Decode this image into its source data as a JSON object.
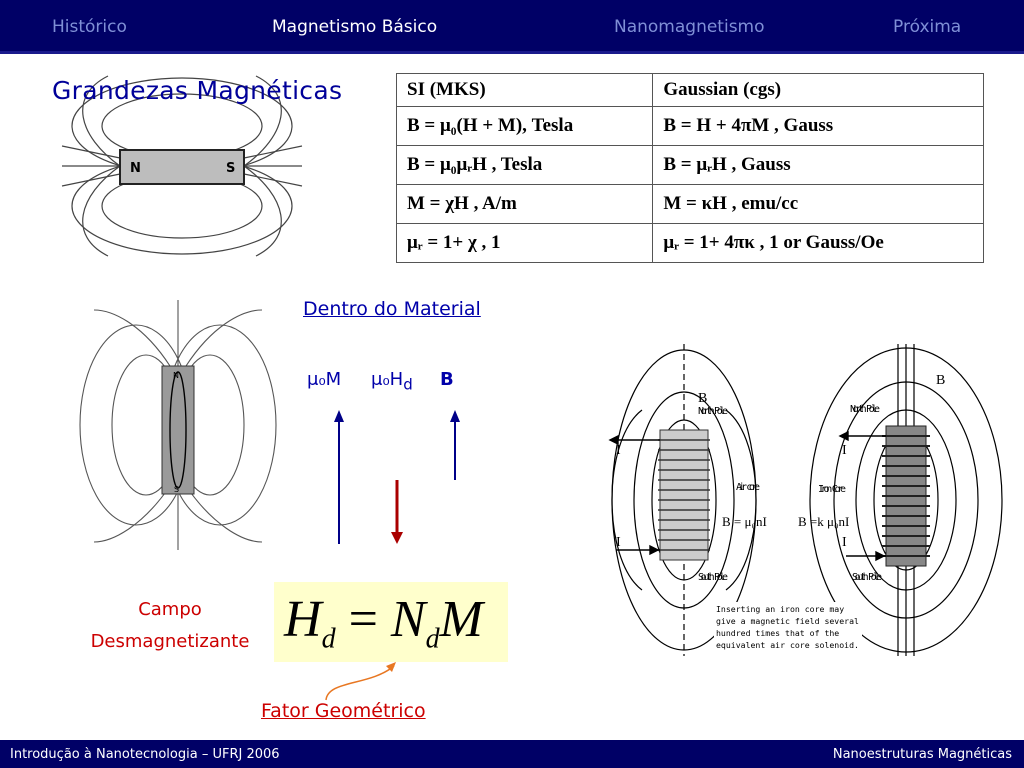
{
  "nav": {
    "items": [
      "Histórico",
      "Magnetismo Básico",
      "Nanomagnetismo",
      "Próxima"
    ],
    "active": "Magnetismo Básico"
  },
  "slide": {
    "title": "Grandezas Magnéticas",
    "magnet_labels": {
      "north": "N",
      "south": "S"
    },
    "table": {
      "headers": [
        "SI (MKS)",
        "Gaussian (cgs)"
      ],
      "rows": [
        [
          "B = μ₀(H + M), Tesla",
          "B = H + 4πM , Gauss"
        ],
        [
          "B = μ₀μᵣH , Tesla",
          "B = μᵣH , Gauss"
        ],
        [
          "M = χH , A/m",
          "M = κH , emu/cc"
        ],
        [
          "μᵣ = 1+ χ , 1",
          "μᵣ = 1+ 4πκ , 1 or Gauss/Oe"
        ]
      ]
    },
    "dentro": "Dentro do Material",
    "vectors": {
      "m": "μ₀M",
      "hd": "μ₀H",
      "hd_sub": "d",
      "b": "B"
    },
    "campo_line1": "Campo",
    "campo_line2": "Desmagnetizante",
    "equation": {
      "h": "H",
      "d1": "d",
      "eq": " = ",
      "n": "N",
      "d2": "d",
      "m": "M"
    },
    "fator": "Fator Geométrico",
    "solenoid": {
      "b_label": "B",
      "north_pole": "North Pole",
      "south_pole": "South Pole",
      "air_core": "Air core",
      "iron_core": "Iron Core",
      "air_formula": "B = μ₀nI",
      "iron_formula": "B =k μ₀nI",
      "current": "I",
      "caption": [
        "Inserting an iron core may",
        "give a magnetic field several",
        "hundred times that of the",
        "equivalent air core solenoid."
      ]
    }
  },
  "footer": {
    "left": "Introdução à Nanotecnologia – UFRJ 2006",
    "right": "Nanoestruturas Magnéticas"
  },
  "colors": {
    "bar": "#000066",
    "accent": "#0000aa",
    "red": "#cc0000",
    "eqbg": "#ffffcc"
  }
}
